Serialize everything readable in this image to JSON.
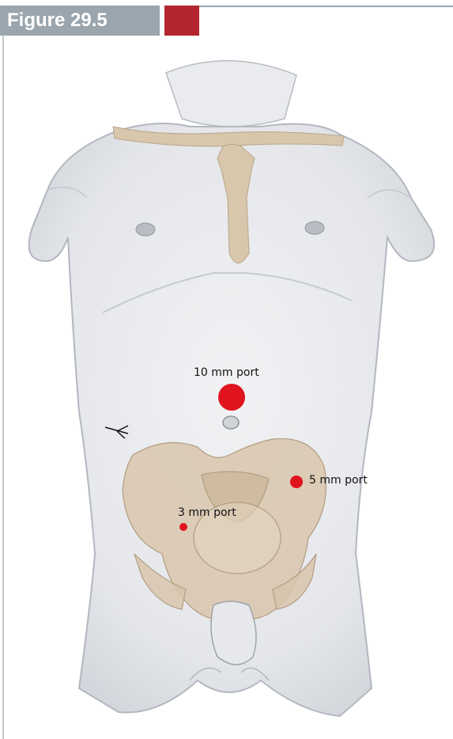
{
  "figure": {
    "label": "Figure 29.5",
    "colors": {
      "tab_gray": "#9aa5ad",
      "tab_red": "#b3262e",
      "port_red": "#e0141e",
      "bone": "#d8c6ad"
    }
  },
  "ports": [
    {
      "label": "10 mm port"
    },
    {
      "label": "5 mm port"
    },
    {
      "label": "3 mm port"
    }
  ]
}
